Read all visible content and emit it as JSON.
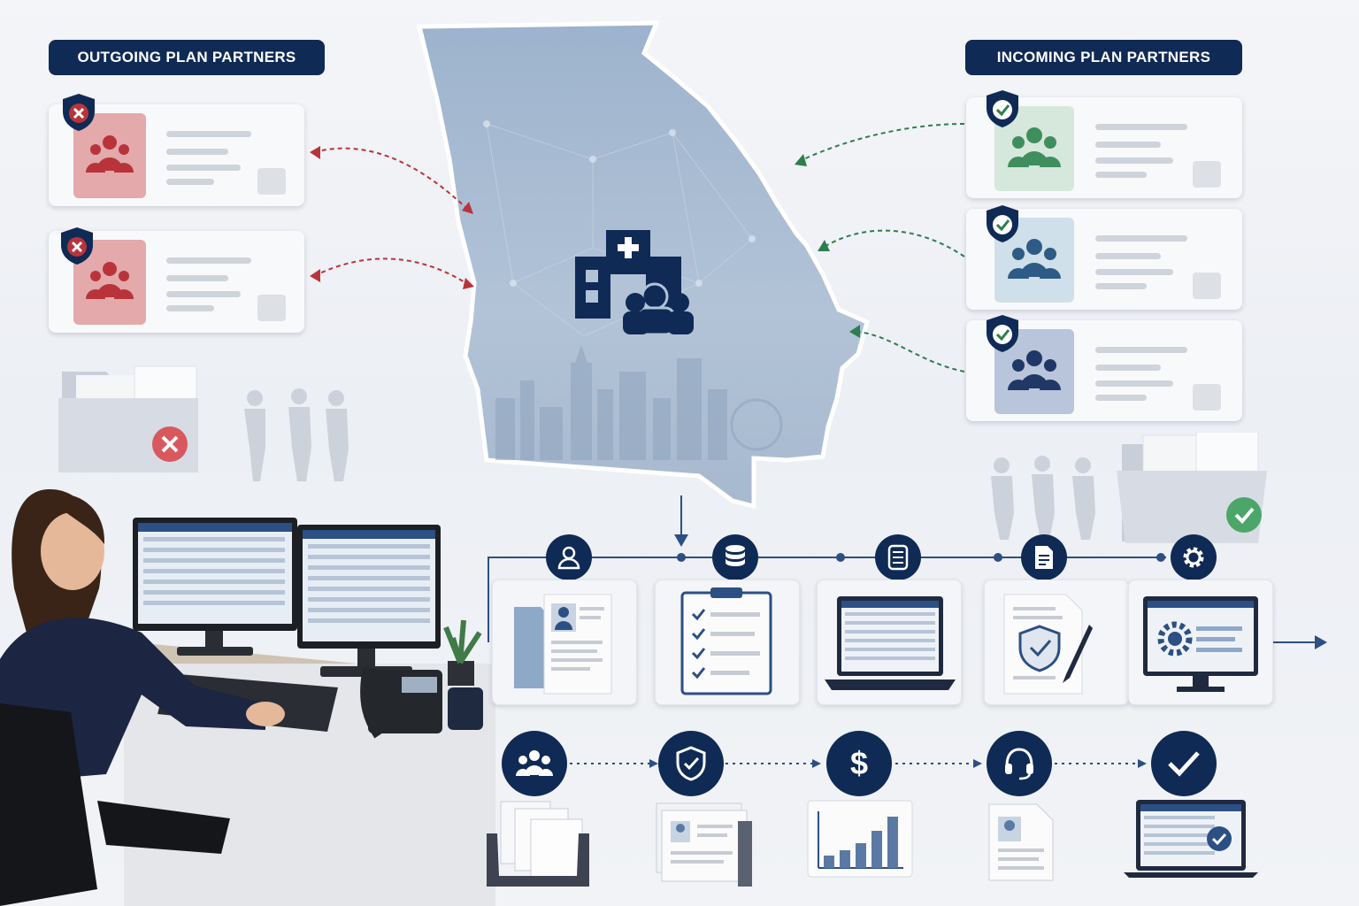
{
  "headers": {
    "outgoing": "OUTGOING PLAN PARTNERS",
    "incoming": "INCOMING PLAN PARTNERS"
  },
  "colors": {
    "navy": "#0f2a55",
    "outgoing_red": "#b8343a",
    "incoming_green": "#2e7d4f",
    "map_blue": "#9fb4cc"
  },
  "outgoing_partners": [
    {
      "status": "removed",
      "icon": "people-group-icon",
      "badge": "shield-x-icon"
    },
    {
      "status": "removed",
      "icon": "people-group-icon",
      "badge": "shield-x-icon"
    }
  ],
  "incoming_partners": [
    {
      "status": "added",
      "icon": "people-group-icon",
      "badge": "shield-check-icon",
      "tile": "#d5e8db"
    },
    {
      "status": "added",
      "icon": "people-group-icon",
      "badge": "shield-check-icon",
      "tile": "#cfe0ea"
    },
    {
      "status": "added",
      "icon": "people-group-icon",
      "badge": "shield-check-icon",
      "tile": "#b9c5da"
    }
  ],
  "workflow_steps": [
    {
      "node_icon": "user-icon",
      "card": "member-file-icon"
    },
    {
      "node_icon": "database-icon",
      "card": "checklist-clipboard-icon"
    },
    {
      "node_icon": "database-icon",
      "card": "laptop-table-icon"
    },
    {
      "node_icon": "document-icon",
      "card": "signed-document-icon"
    },
    {
      "node_icon": "gear-icon",
      "card": "settings-monitor-icon"
    }
  ],
  "process_steps": [
    {
      "node_icon": "people-group-icon",
      "card": "file-tray-icon"
    },
    {
      "node_icon": "shield-check-icon",
      "card": "id-cards-icon"
    },
    {
      "node_icon": "dollar-icon",
      "node_text": "$",
      "card": "bar-chart-icon"
    },
    {
      "node_icon": "headset-icon",
      "card": "profile-document-icon"
    },
    {
      "node_icon": "checkmark-icon",
      "card": "laptop-approved-icon"
    }
  ]
}
